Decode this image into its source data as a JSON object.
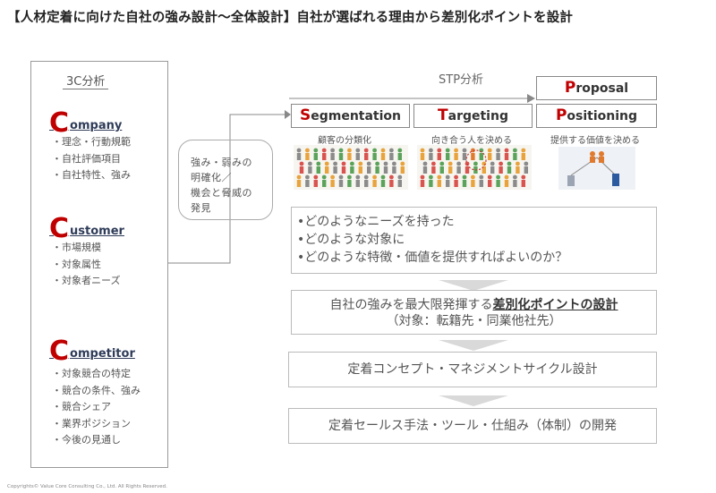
{
  "title": "【人材定着に向けた自社の強み設計～全体設計】自社が選ばれる理由から差別化ポイントを設計",
  "analysis_3c": {
    "label": "3C分析",
    "company": {
      "initial": "C",
      "rest": "ompany",
      "items": [
        "理念・行動規範",
        "自社評価項目",
        "自社特性、強み"
      ]
    },
    "customer": {
      "initial": "C",
      "rest": "ustomer",
      "items": [
        "市場規模",
        "対象属性",
        "対象者ニーズ"
      ]
    },
    "competitor": {
      "initial": "C",
      "rest": "ompetitor",
      "items": [
        "対象競合の特定",
        "競合の条件、強み",
        "競合シェア",
        "業界ポジション",
        "今後の見通し"
      ]
    }
  },
  "swot_box": {
    "lines": [
      "強み・弱みの",
      "明確化／",
      "機会と脅威の",
      "発見"
    ]
  },
  "stp": {
    "label": "STP分析",
    "proposal": {
      "initial": "P",
      "rest": "roposal"
    },
    "segmentation": {
      "initial": "S",
      "rest": "egmentation",
      "sub": "顧客の分類化"
    },
    "targeting": {
      "initial": "T",
      "rest": "argeting",
      "sub": "向き合う人を決める"
    },
    "positioning": {
      "initial": "P",
      "rest": "ositioning",
      "sub": "提供する価値を決める"
    }
  },
  "questions": [
    "どのようなニーズを持った",
    "どのような対象に",
    "どのような特徴・価値を提供すればよいのか？"
  ],
  "step1": {
    "prefix": "自社の強みを最大限発揮する",
    "emph": "差別化ポイントの設計",
    "sub": "（対象：転籍先・同業他社先）"
  },
  "step2": {
    "text": "定着コンセプト・マネジメントサイクル設計"
  },
  "step3": {
    "text": "定着セールス手法・ツール・仕組み（体制）の開発"
  },
  "colors": {
    "accent_red": "#c00000",
    "arrow_gray": "#d9d9d9"
  },
  "copyright": "Copyrights© Value Core Consulting Co., Ltd.  All Rights Reserved."
}
